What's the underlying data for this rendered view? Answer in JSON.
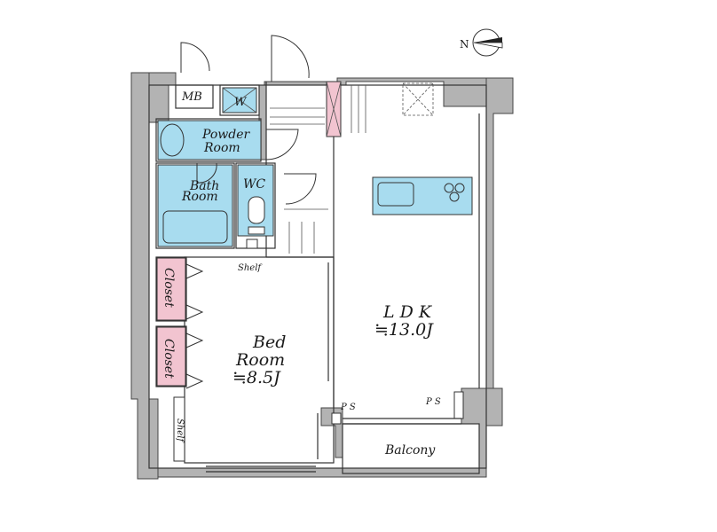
{
  "rooms": {
    "mb": "MB",
    "w": "W",
    "powder_1": "Powder",
    "powder_2": "Room",
    "bath_1": "Bath",
    "bath_2": "Room",
    "wc": "WC",
    "shelf_wc": "Shelf",
    "closet_upper": "Closet",
    "closet_lower": "Closet",
    "bed_1": "Bed",
    "bed_2": "Room",
    "bed_3": "≒8.5J",
    "shelf_bed": "Shelf",
    "ldk_1": "L D K",
    "ldk_2": "≒13.0J",
    "ps_left": "P S",
    "ps_right": "P S",
    "balcony": "Balcony"
  },
  "compass": {
    "north": "N"
  },
  "colors": {
    "wall": "#b3b3b3",
    "water": "#a8dcef",
    "closet": "#f2c4d0",
    "outline": "#333333"
  }
}
